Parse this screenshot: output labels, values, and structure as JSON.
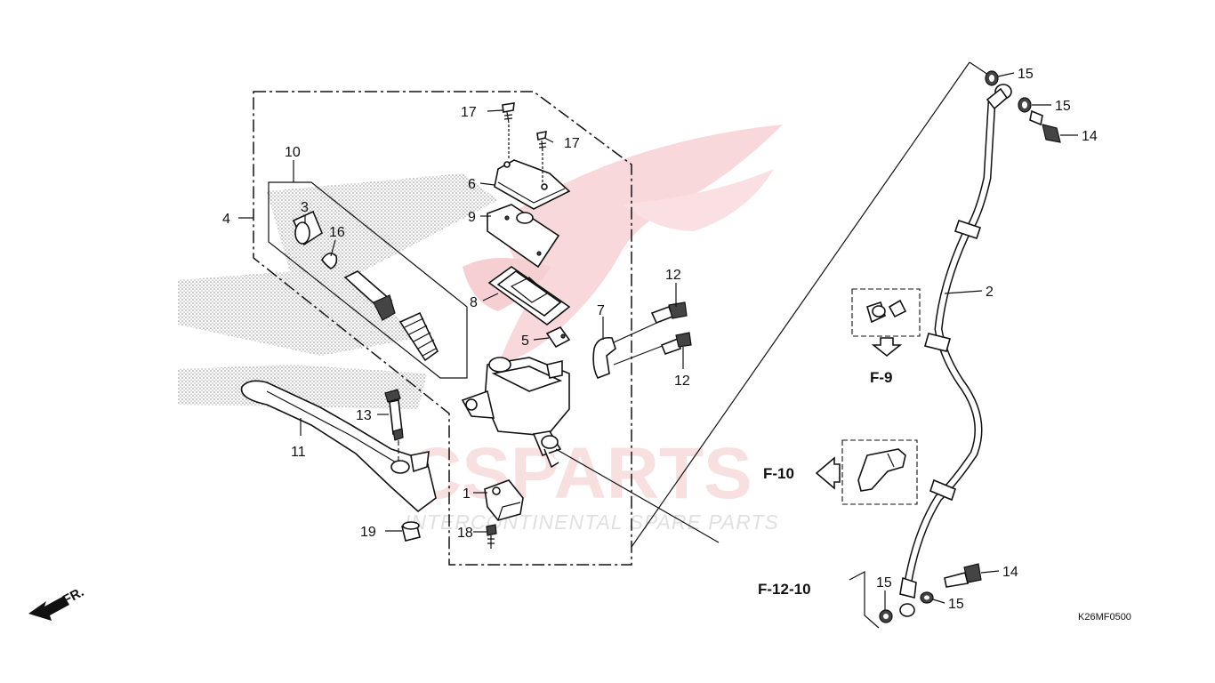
{
  "watermark": {
    "brand": "CSPARTS",
    "tagline": "INTERCONTINENTAL SPARE PARTS",
    "colors": {
      "red": "#e0303a",
      "gray": "#b5b5b5"
    }
  },
  "callouts": {
    "c1": "1",
    "c2": "2",
    "c3": "3",
    "c4": "4",
    "c5": "5",
    "c6": "6",
    "c7": "7",
    "c8": "8",
    "c9": "9",
    "c10": "10",
    "c11": "11",
    "c12a": "12",
    "c12b": "12",
    "c13": "13",
    "c14a": "14",
    "c14b": "14",
    "c15a": "15",
    "c15b": "15",
    "c15c": "15",
    "c15d": "15",
    "c16": "16",
    "c17a": "17",
    "c17b": "17",
    "c18": "18",
    "c19": "19"
  },
  "references": {
    "f9": "F-9",
    "f10": "F-10",
    "f12_10": "F-12-10"
  },
  "front_marker": "FR.",
  "diagram_code": "K26MF0500"
}
